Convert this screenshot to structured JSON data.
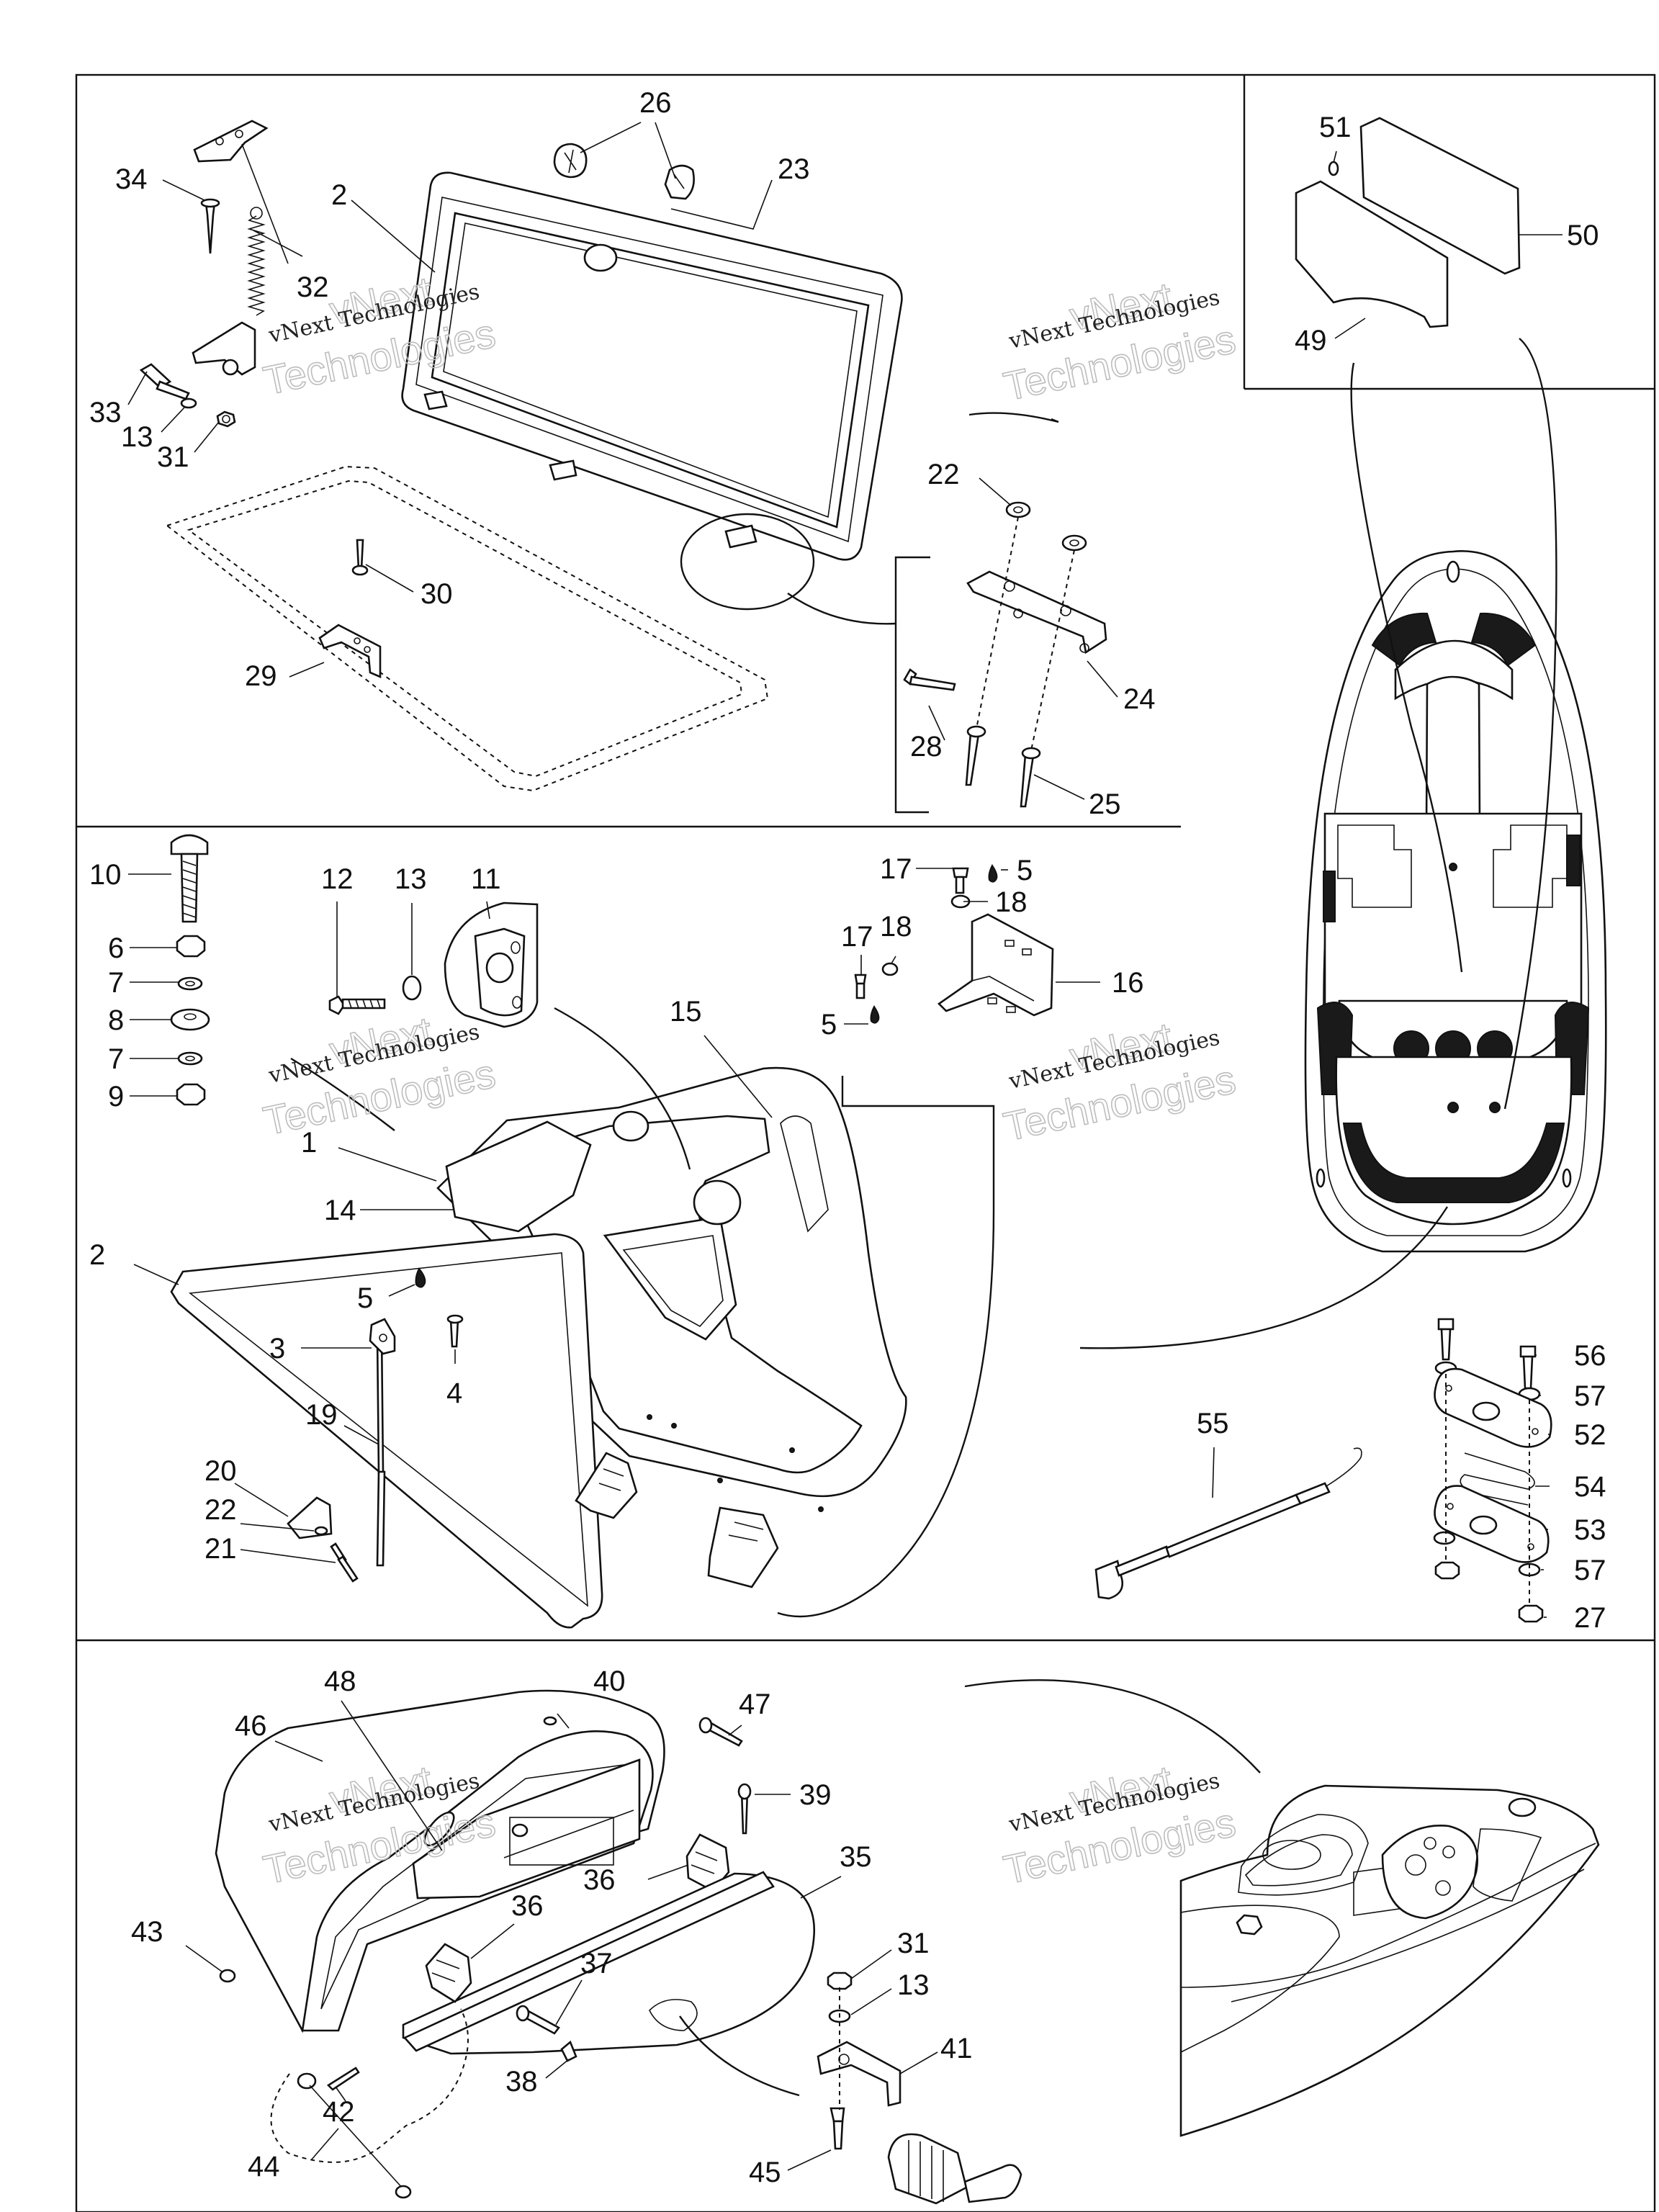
{
  "watermark": {
    "line1": "vNext Technologies",
    "line2": "vNext",
    "line3": "Technologies"
  },
  "callouts": [
    {
      "id": "c34",
      "text": "34"
    },
    {
      "id": "c26",
      "text": "26"
    },
    {
      "id": "c23",
      "text": "23"
    },
    {
      "id": "c2a",
      "text": "2"
    },
    {
      "id": "c32",
      "text": "32"
    },
    {
      "id": "c33",
      "text": "33"
    },
    {
      "id": "c13a",
      "text": "13"
    },
    {
      "id": "c31a",
      "text": "31"
    },
    {
      "id": "c30",
      "text": "30"
    },
    {
      "id": "c29",
      "text": "29"
    },
    {
      "id": "c22a",
      "text": "22"
    },
    {
      "id": "c24",
      "text": "24"
    },
    {
      "id": "c28",
      "text": "28"
    },
    {
      "id": "c25",
      "text": "25"
    },
    {
      "id": "c51",
      "text": "51"
    },
    {
      "id": "c50",
      "text": "50"
    },
    {
      "id": "c49",
      "text": "49"
    },
    {
      "id": "c10",
      "text": "10"
    },
    {
      "id": "c6",
      "text": "6"
    },
    {
      "id": "c7a",
      "text": "7"
    },
    {
      "id": "c8",
      "text": "8"
    },
    {
      "id": "c7b",
      "text": "7"
    },
    {
      "id": "c9",
      "text": "9"
    },
    {
      "id": "c12",
      "text": "12"
    },
    {
      "id": "c13b",
      "text": "13"
    },
    {
      "id": "c11",
      "text": "11"
    },
    {
      "id": "c17a",
      "text": "17"
    },
    {
      "id": "c5a",
      "text": "5"
    },
    {
      "id": "c18a",
      "text": "18"
    },
    {
      "id": "c17b",
      "text": "17"
    },
    {
      "id": "c18b",
      "text": "18"
    },
    {
      "id": "c16",
      "text": "16"
    },
    {
      "id": "c5b",
      "text": "5"
    },
    {
      "id": "c15",
      "text": "15"
    },
    {
      "id": "c1",
      "text": "1"
    },
    {
      "id": "c14",
      "text": "14"
    },
    {
      "id": "c2b",
      "text": "2"
    },
    {
      "id": "c5c",
      "text": "5"
    },
    {
      "id": "c3",
      "text": "3"
    },
    {
      "id": "c4",
      "text": "4"
    },
    {
      "id": "c19",
      "text": "19"
    },
    {
      "id": "c20",
      "text": "20"
    },
    {
      "id": "c22b",
      "text": "22"
    },
    {
      "id": "c21",
      "text": "21"
    },
    {
      "id": "c56",
      "text": "56"
    },
    {
      "id": "c57a",
      "text": "57"
    },
    {
      "id": "c52",
      "text": "52"
    },
    {
      "id": "c55",
      "text": "55"
    },
    {
      "id": "c54",
      "text": "54"
    },
    {
      "id": "c53",
      "text": "53"
    },
    {
      "id": "c57b",
      "text": "57"
    },
    {
      "id": "c27",
      "text": "27"
    },
    {
      "id": "c48",
      "text": "48"
    },
    {
      "id": "c40",
      "text": "40"
    },
    {
      "id": "c46",
      "text": "46"
    },
    {
      "id": "c47",
      "text": "47"
    },
    {
      "id": "c39",
      "text": "39"
    },
    {
      "id": "c35",
      "text": "35"
    },
    {
      "id": "c36a",
      "text": "36"
    },
    {
      "id": "c43",
      "text": "43"
    },
    {
      "id": "c36b",
      "text": "36"
    },
    {
      "id": "c37",
      "text": "37"
    },
    {
      "id": "c31b",
      "text": "31"
    },
    {
      "id": "c13c",
      "text": "13"
    },
    {
      "id": "c41",
      "text": "41"
    },
    {
      "id": "c38",
      "text": "38"
    },
    {
      "id": "c42",
      "text": "42"
    },
    {
      "id": "c44",
      "text": "44"
    },
    {
      "id": "c45",
      "text": "45"
    }
  ]
}
